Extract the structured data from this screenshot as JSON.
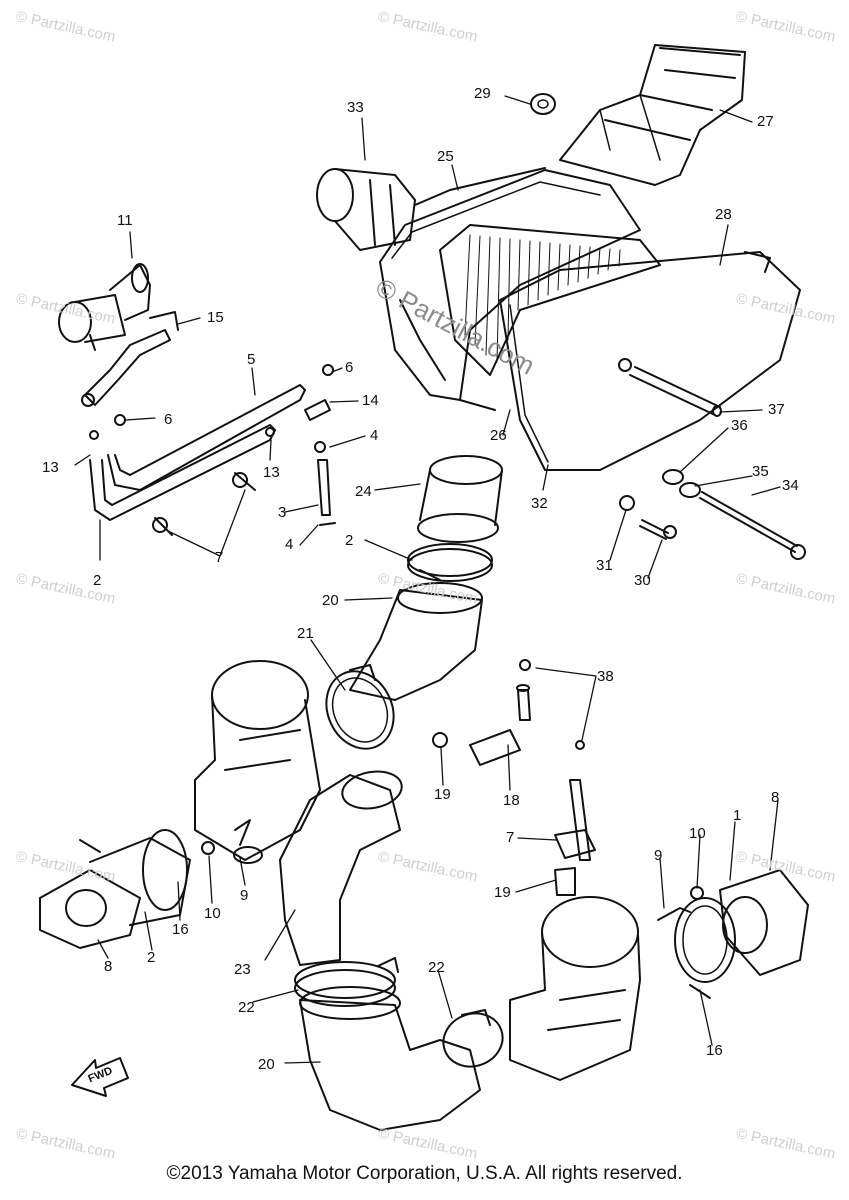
{
  "watermark": "© Partzilla.com",
  "center_watermark": "© Partzilla.com",
  "footer": "©2013 Yamaha Motor Corporation, U.S.A. All rights reserved.",
  "fwd_label": "FWD",
  "callouts": [
    "33",
    "29",
    "27",
    "25",
    "28",
    "11",
    "15",
    "5",
    "6",
    "6",
    "14",
    "13",
    "13",
    "4",
    "4",
    "3",
    "2",
    "7",
    "26",
    "37",
    "24",
    "36",
    "35",
    "34",
    "32",
    "2",
    "31",
    "30",
    "20",
    "21",
    "38",
    "19",
    "18",
    "7",
    "8",
    "10",
    "9",
    "19",
    "16",
    "8",
    "2",
    "10",
    "9",
    "23",
    "22",
    "22",
    "20",
    "1",
    "16"
  ]
}
